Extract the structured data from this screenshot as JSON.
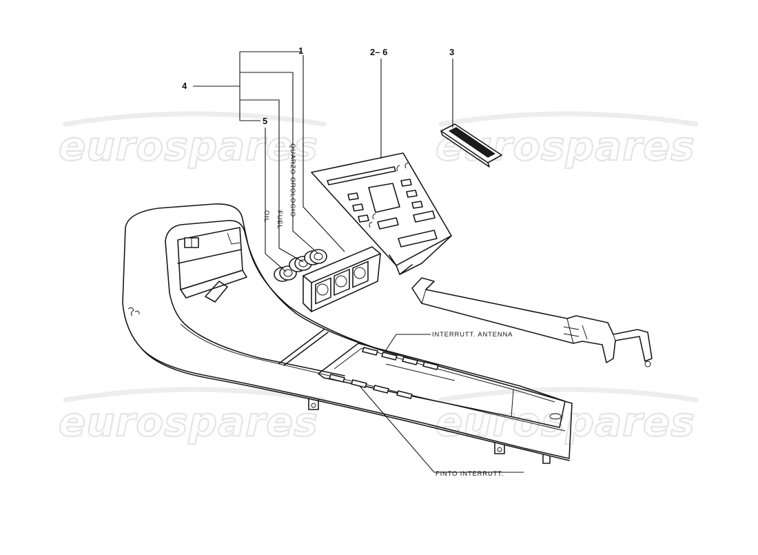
{
  "watermarks": {
    "top_left": "eurospares",
    "top_right": "eurospares",
    "bottom_left": "eurospares",
    "bottom_right": "eurospares"
  },
  "callouts": {
    "part_1": "1",
    "part_2_6": "2– 6",
    "part_3": "3",
    "part_4": "4",
    "part_5": "5"
  },
  "gauge_labels": {
    "oil": "OIL",
    "fuel": "FUEL",
    "clock": "QUARZO OROLOGIO"
  },
  "annotations": {
    "antenna_switch": "INTERRUTT. ANTENNA",
    "dummy_switch": "FINTO INTERRUTT."
  }
}
